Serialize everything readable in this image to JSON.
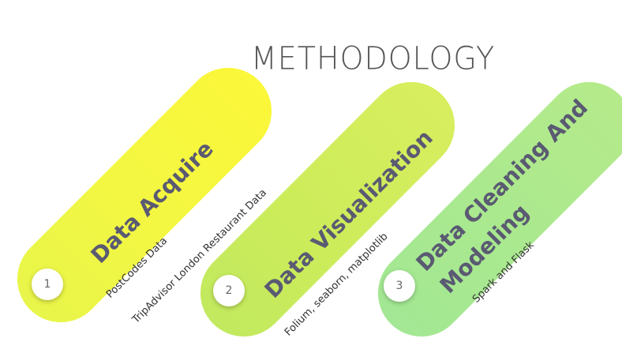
{
  "title": "METHODOLOGY",
  "steps": [
    {
      "number": "1",
      "heading": "Data Acquire",
      "notes": [
        "PostCodes Data",
        "TripAdvisor London Restaurant Data"
      ],
      "color": "#f3f742"
    },
    {
      "number": "2",
      "heading": "Data Visualization",
      "notes": [
        "Folium, seaborn, matplotlib"
      ],
      "color": "#ccec5a"
    },
    {
      "number": "3",
      "heading_line1": "Data Cleaning And",
      "heading_line2": "Modeling",
      "notes": [
        "Spark and Flask"
      ],
      "color": "#a9e98f"
    }
  ]
}
